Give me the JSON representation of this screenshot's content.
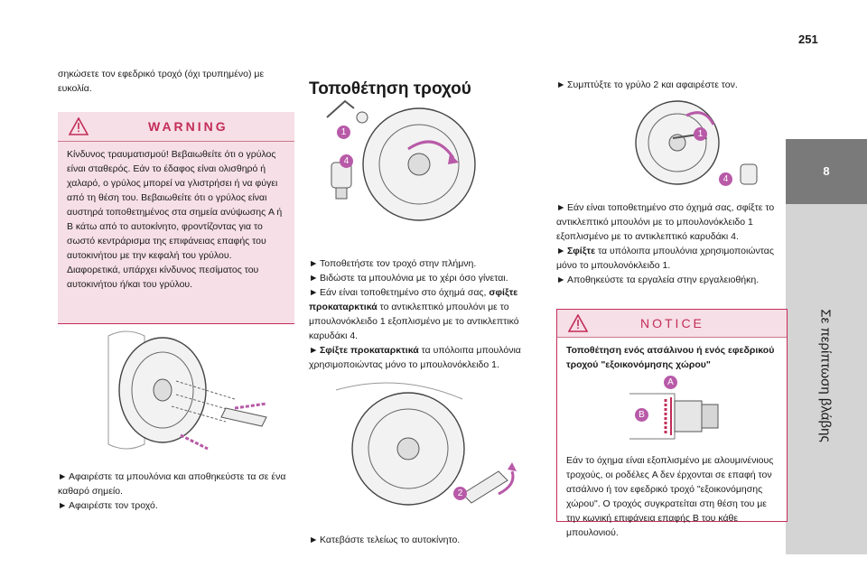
{
  "page": {
    "number": "251"
  },
  "side": {
    "chapter": "8",
    "title": "Σε περίπτωση βλάβης"
  },
  "col1": {
    "intro": "σηκώσετε τον εφεδρικό τροχό (όχι τρυπημένο) με ευκολία.",
    "warning_title": "WARNING",
    "warning_text": "Κίνδυνος τραυματισμού! Βεβαιωθείτε ότι ο γρύλος είναι σταθερός. Εάν το έδαφος είναι ολισθηρό ή χαλαρό, ο γρύλος μπορεί να γλιστρήσει ή να φύγει από τη θέση του. Βεβαιωθείτε ότι ο γρύλος είναι αυστηρά τοποθετημένος στα σημεία ανύψωσης A ή B κάτω από το αυτοκίνητο, φροντίζοντας για το σωστό κεντράρισμα της επιφάνειας επαφής του αυτοκινήτου με την κεφαλή του γρύλου. Διαφορετικά, υπάρχει κίνδυνος πεσίματος του αυτοκινήτου ή/και του γρύλου.",
    "step1": "Αφαιρέστε τα μπουλόνια και αποθηκεύστε τα σε ένα καθαρό σημείο.",
    "step2": "Αφαιρέστε τον τροχό."
  },
  "col2": {
    "heading": "Τοποθέτηση τροχού",
    "label1": "1",
    "label4": "4",
    "label2": "2",
    "s1": "Τοποθετήστε τον τροχό στην πλήμνη.",
    "s2": "Βιδώστε τα μπουλόνια με το χέρι όσο γίνεται.",
    "s3a": "Εάν είναι τοποθετημένο στο όχημά σας, ",
    "s3b": "σφίξτε προκαταρκτικά",
    "s3c": " το αντικλεπτικό μπουλόνι με το μπουλονόκλειδο 1 εξοπλισμένο με το αντικλεπτικό καρυδάκι 4.",
    "s4a": "Σφίξτε προκαταρκτικά",
    "s4b": " τα υπόλοιπα μπουλόνια χρησιμοποιώντας μόνο το μπουλονόκλειδο 1.",
    "s5": "Κατεβάστε τελείως το αυτοκίνητο."
  },
  "col3": {
    "s1": "Συμπτύξτε το γρύλο 2 και αφαιρέστε τον.",
    "label1": "1",
    "label4": "4",
    "s2": "Εάν είναι τοποθετημένο στο όχημά σας, σφίξτε το αντικλεπτικό μπουλόνι με το μπουλονόκλειδο 1 εξοπλισμένο με το αντικλεπτικό καρυδάκι 4.",
    "s3a": "Σφίξτε",
    "s3b": " τα υπόλοιπα μπουλόνια χρησιμοποιώντας μόνο το μπουλονόκλειδο 1.",
    "s4": "Αποθηκεύστε τα εργαλεία στην εργαλειοθήκη.",
    "notice_title": "NOTICE",
    "notice_bold": "Τοποθέτηση ενός ατσάλινου ή ενός εφεδρικού τροχού \"εξοικονόμησης χώρου\"",
    "labelA": "A",
    "labelB": "B",
    "notice_text": "Εάν το όχημα είναι εξοπλισμένο με αλουμινένιους τροχούς, οι ροδέλες A δεν έρχονται σε επαφή τον ατσάλινο ή τον εφεδρικό τροχό \"εξοικονόμησης χώρου\". Ο τροχός συγκρατείται στη θέση του με την κωνική επιφάνεια επαφής B του κάθε μπουλονιού."
  },
  "colors": {
    "accent": "#c32d59",
    "warning_bg": "#f6dfe6",
    "tab_dark": "#7a7a7a",
    "tab_light": "#d4d4d4",
    "badge": "#b85aa8"
  }
}
